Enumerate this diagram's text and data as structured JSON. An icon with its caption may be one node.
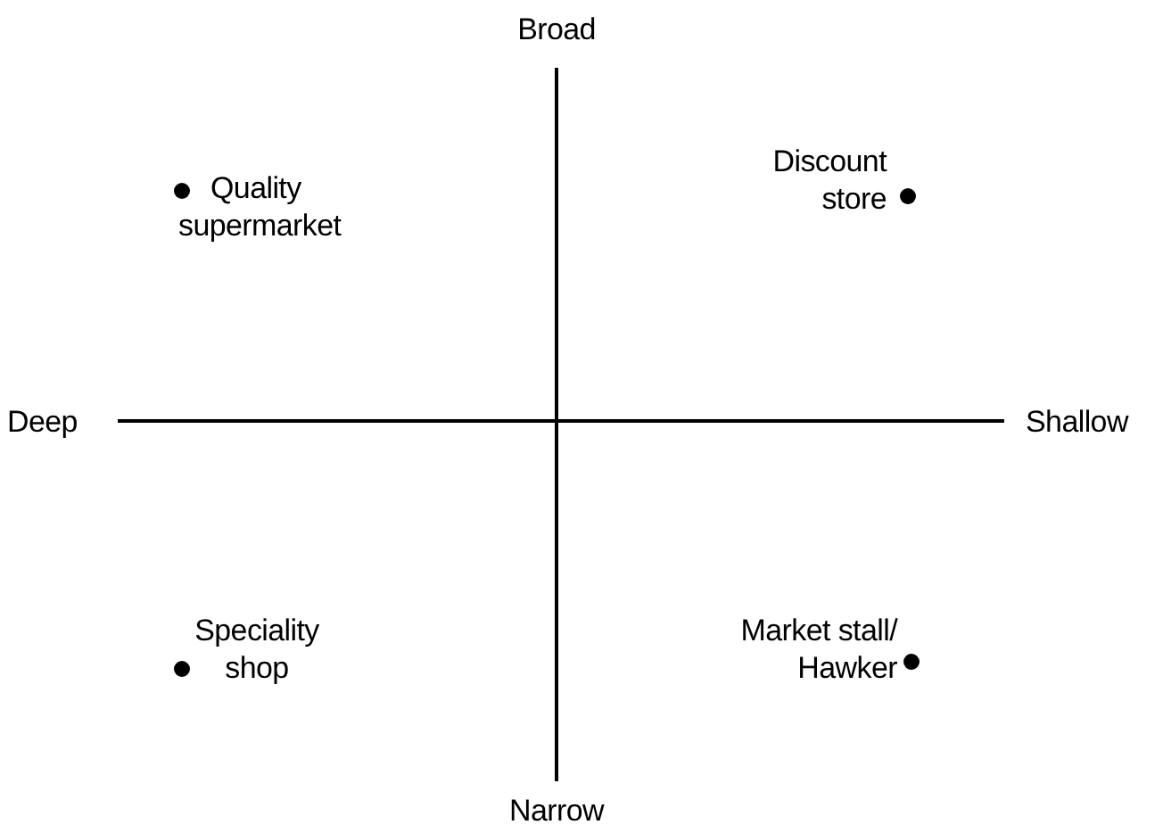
{
  "diagram": {
    "labels": [
      "Broad",
      "Discount store",
      "Quality supermarket",
      "Deep",
      "Shallow",
      "Speciality shop",
      "Market stall/ Hawker",
      "Narrow"
    ]
  }
}
